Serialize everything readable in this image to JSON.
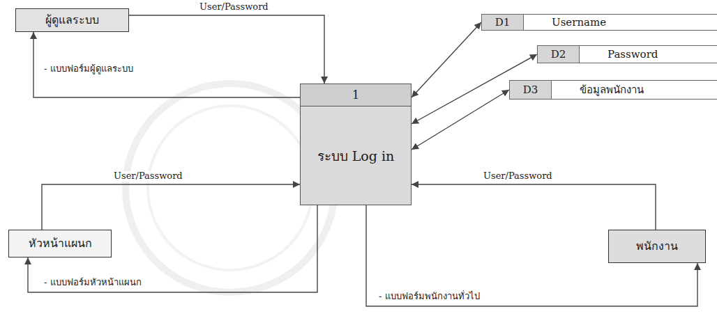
{
  "diagram": {
    "nodes": [
      {
        "text": [
          "ผู้ดูแลระบบ"
        ]
      },
      {
        "text": [
          "D1",
          "Username"
        ]
      },
      {
        "text": [
          "D2",
          "Password"
        ]
      },
      {
        "text": [
          "D3",
          "ข้อมูลพนักงาน"
        ]
      },
      {
        "text": [
          "1",
          "ระบบ Log in"
        ]
      },
      {
        "text": [
          "หัวหน้าแผนก"
        ]
      },
      {
        "text": [
          "พนักงาน"
        ]
      }
    ],
    "edges": [
      {
        "from": 0,
        "to": 4,
        "label": "User/Password",
        "arrow": "to"
      },
      {
        "from": 4,
        "to": 0,
        "label": "- แบบฟอร์มผู้ดูแลระบบ",
        "arrow": "to"
      },
      {
        "from": 5,
        "to": 4,
        "label": "User/Password",
        "arrow": "to"
      },
      {
        "from": 4,
        "to": 5,
        "label": "- แบบฟอร์มหัวหน้าแผนก",
        "arrow": "to"
      },
      {
        "from": 6,
        "to": 4,
        "label": "User/Password",
        "arrow": "to"
      },
      {
        "from": 4,
        "to": 6,
        "label": "- แบบฟอร์มพนักงานทั่วไป",
        "arrow": "to"
      },
      {
        "from": 4,
        "to": 1,
        "arrow": "both"
      },
      {
        "from": 4,
        "to": 2,
        "arrow": "both"
      },
      {
        "from": 4,
        "to": 3,
        "arrow": "both"
      }
    ]
  }
}
